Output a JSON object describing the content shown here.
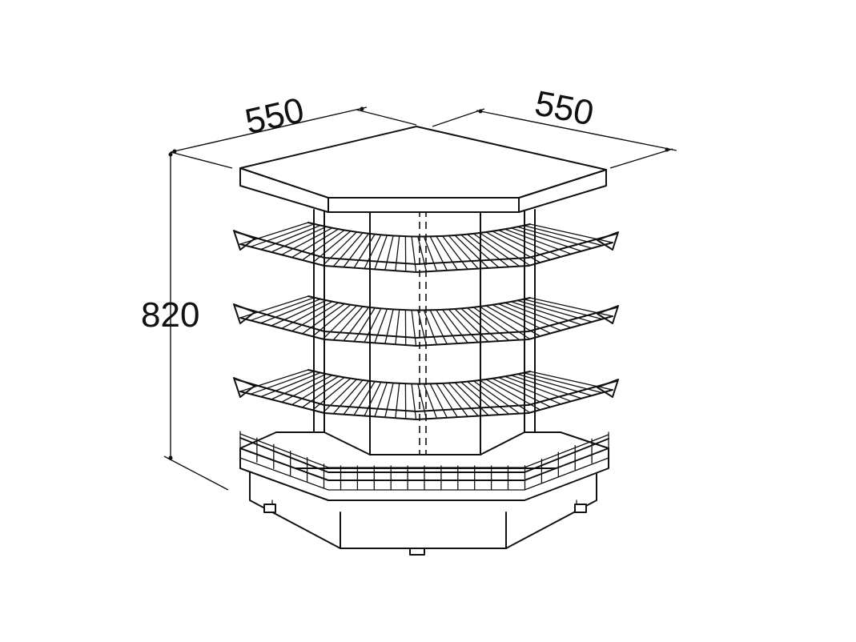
{
  "dimensions": {
    "width_left": "550",
    "width_right": "550",
    "height": "820"
  },
  "shelves": {
    "count": 3
  },
  "colors": {
    "line": "#111111",
    "background": "#ffffff"
  }
}
